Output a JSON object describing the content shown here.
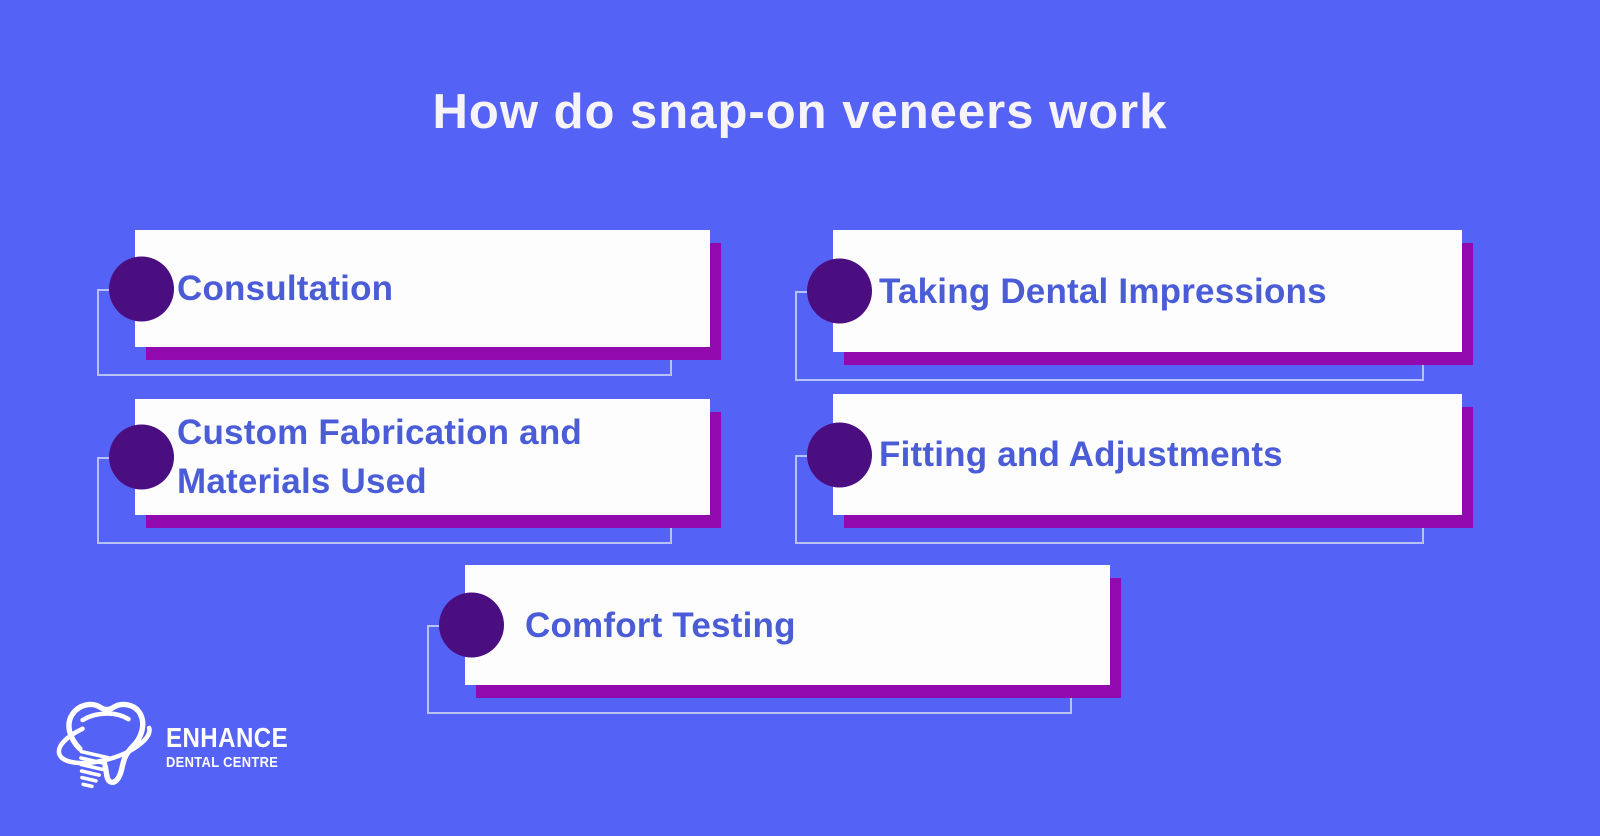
{
  "title": "How do snap-on veneers work",
  "steps": [
    {
      "label": "Consultation"
    },
    {
      "label": "Taking Dental Impressions"
    },
    {
      "label": "Custom Fabrication and Materials Used"
    },
    {
      "label": "Fitting and Adjustments"
    },
    {
      "label": "Comfort Testing"
    }
  ],
  "logo": {
    "name": "ENHANCE",
    "subtitle": "DENTAL CENTRE",
    "icon": "tooth-implant-icon"
  },
  "colors": {
    "background": "#5562F6",
    "card": "#FDFDFE",
    "card_shadow": "#9209AE",
    "step_dot": "#4B0E81",
    "step_text": "#4A5CD6",
    "title_text": "#F6F4F8",
    "outline": "#CBD1F4"
  }
}
